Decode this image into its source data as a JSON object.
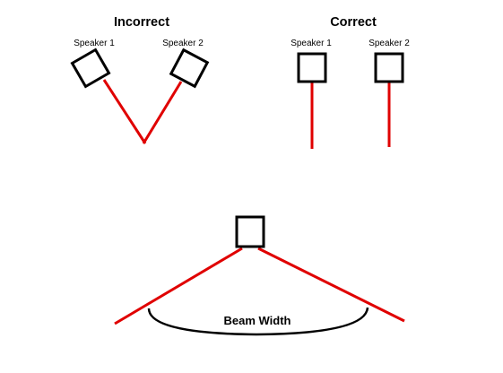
{
  "incorrect": {
    "title": "Incorrect",
    "speaker1_label": "Speaker 1",
    "speaker2_label": "Speaker 2"
  },
  "correct": {
    "title": "Correct",
    "speaker1_label": "Speaker 1",
    "speaker2_label": "Speaker 2"
  },
  "beam": {
    "label": "Beam Width"
  },
  "colors": {
    "ray": "#e00000",
    "outline": "#000000",
    "background": "#ffffff"
  }
}
